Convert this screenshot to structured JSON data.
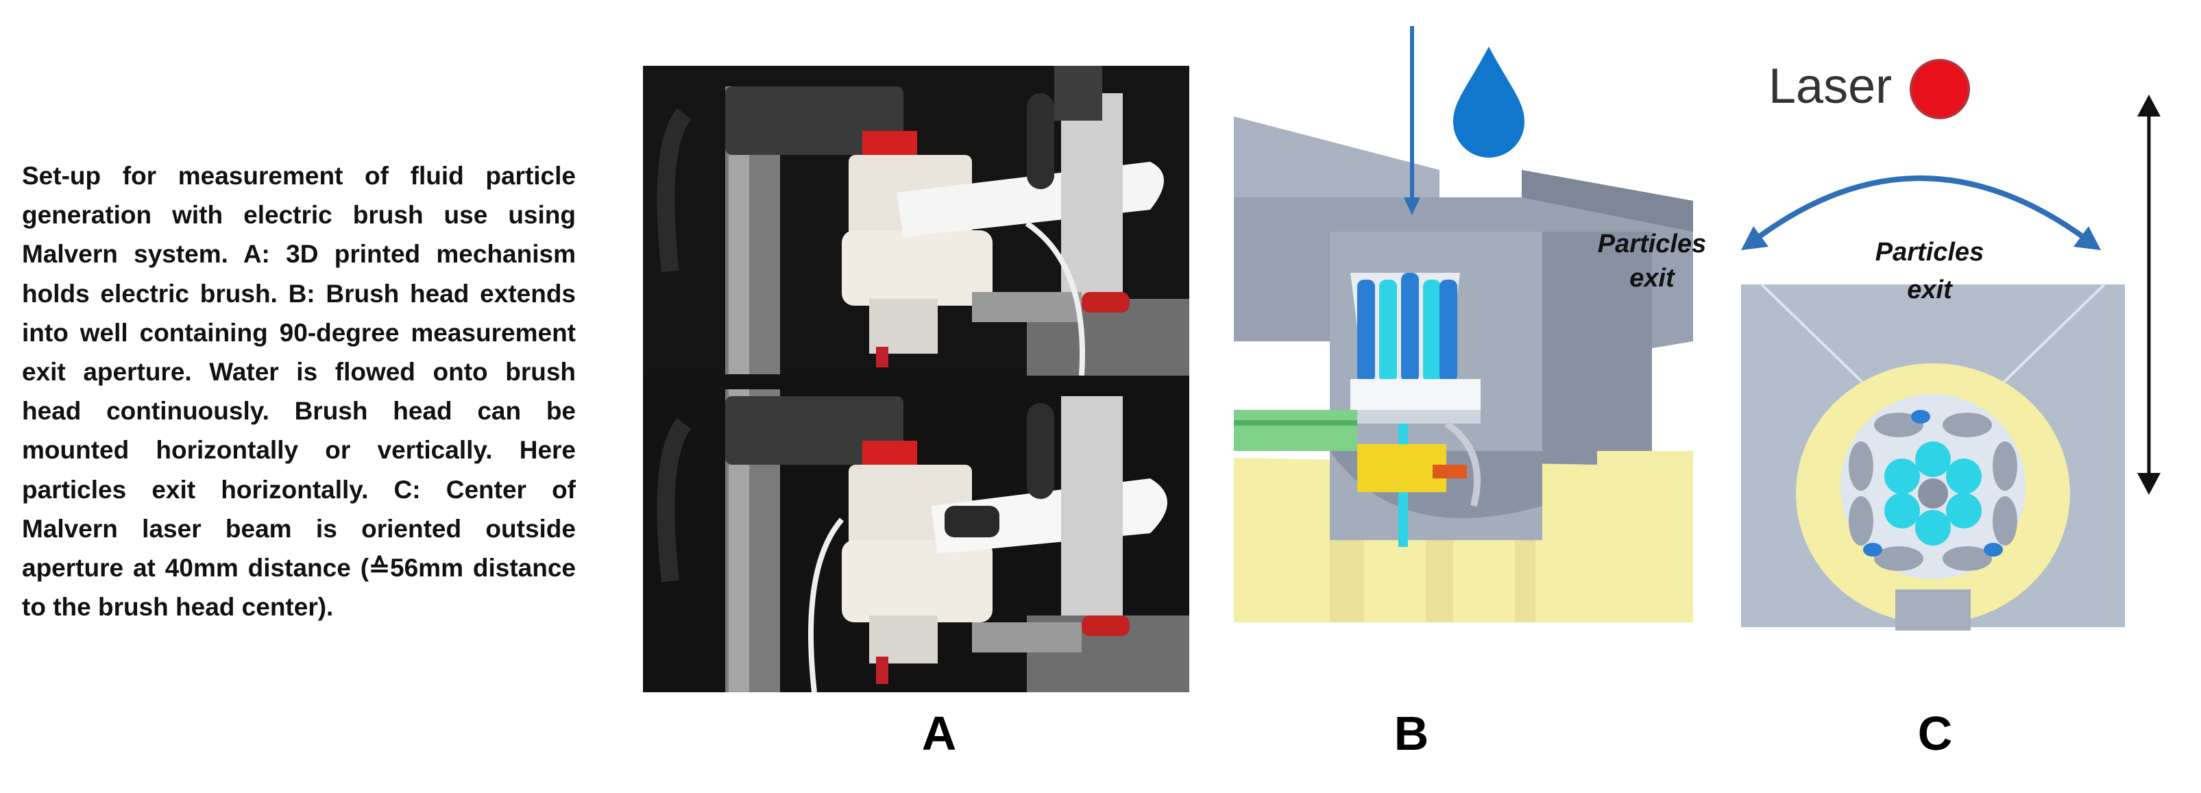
{
  "caption": "Set-up for measurement of fluid particle generation with electric brush use using Malvern system. A: 3D printed mechanism holds electric brush. B: Brush head extends into well containing 90-degree measurement exit aperture. Water is flowed onto brush head continuously. Brush head can be mounted horizontally or vertically. Here particles exit horizontally. C: Center of Malvern laser beam is oriented outside aperture at 40mm distance (≙56mm distance to the brush head center).",
  "panels": {
    "a": {
      "label": "A"
    },
    "b": {
      "label": "B",
      "annotation_line1": "Particles",
      "annotation_line2": "exit"
    },
    "c": {
      "label": "C",
      "laser_label": "Laser",
      "annotation_line1": "Particles",
      "annotation_line2": "exit"
    }
  },
  "colors": {
    "water_drop": "#1177cc",
    "arrow_blue": "#2f6fb7",
    "laser_dot": "#e8101a",
    "housing_gray": "#8f9aab",
    "housing_yellow": "#f4eea6",
    "cyan": "#2ed4e6",
    "brush_blue": "#2a7fd4"
  }
}
